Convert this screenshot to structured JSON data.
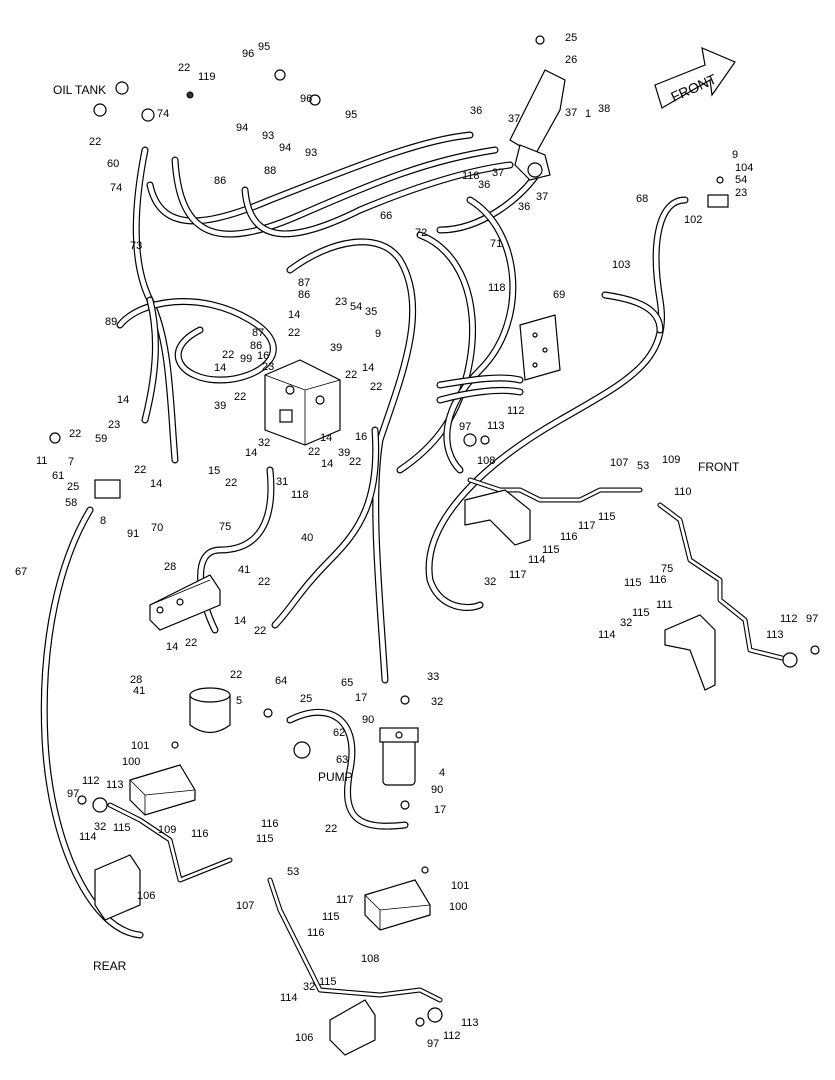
{
  "labels": {
    "oil_tank": "OIL TANK",
    "front_top": "FRONT",
    "front_right": "FRONT",
    "rear": "REAR",
    "pump": "PUMP"
  },
  "callouts": [
    "25",
    "26",
    "1",
    "37",
    "38",
    "36",
    "37",
    "118",
    "37",
    "36",
    "36",
    "37",
    "22",
    "119",
    "95",
    "96",
    "94",
    "93",
    "94",
    "93",
    "96",
    "95",
    "74",
    "22",
    "60",
    "86",
    "88",
    "74",
    "73",
    "66",
    "72",
    "71",
    "118",
    "9",
    "104",
    "54",
    "23",
    "102",
    "68",
    "89",
    "87",
    "86",
    "14",
    "23",
    "54",
    "35",
    "9",
    "87",
    "86",
    "16",
    "22",
    "22",
    "99",
    "14",
    "39",
    "22",
    "23",
    "39",
    "22",
    "14",
    "22",
    "14",
    "16",
    "22",
    "39",
    "22",
    "14",
    "15",
    "22",
    "14",
    "32",
    "31",
    "118",
    "14",
    "23",
    "22",
    "7",
    "11",
    "61",
    "59",
    "22",
    "25",
    "14",
    "58",
    "8",
    "91",
    "70",
    "67",
    "103",
    "69",
    "112",
    "97",
    "113",
    "108",
    "107",
    "53",
    "109",
    "110",
    "115",
    "117",
    "116",
    "115",
    "114",
    "32",
    "117",
    "115",
    "116",
    "75",
    "75",
    "40",
    "28",
    "41",
    "22",
    "14",
    "22",
    "14",
    "22",
    "28",
    "41",
    "22",
    "5",
    "111",
    "115",
    "32",
    "114",
    "112",
    "97",
    "113",
    "64",
    "65",
    "25",
    "62",
    "63",
    "33",
    "32",
    "17",
    "90",
    "4",
    "90",
    "17",
    "22",
    "101",
    "100",
    "97",
    "112",
    "113",
    "32",
    "115",
    "114",
    "109",
    "116",
    "115",
    "116",
    "53",
    "106",
    "107",
    "117",
    "115",
    "116",
    "101",
    "100",
    "108",
    "115",
    "32",
    "114",
    "113",
    "112",
    "97",
    "106"
  ]
}
